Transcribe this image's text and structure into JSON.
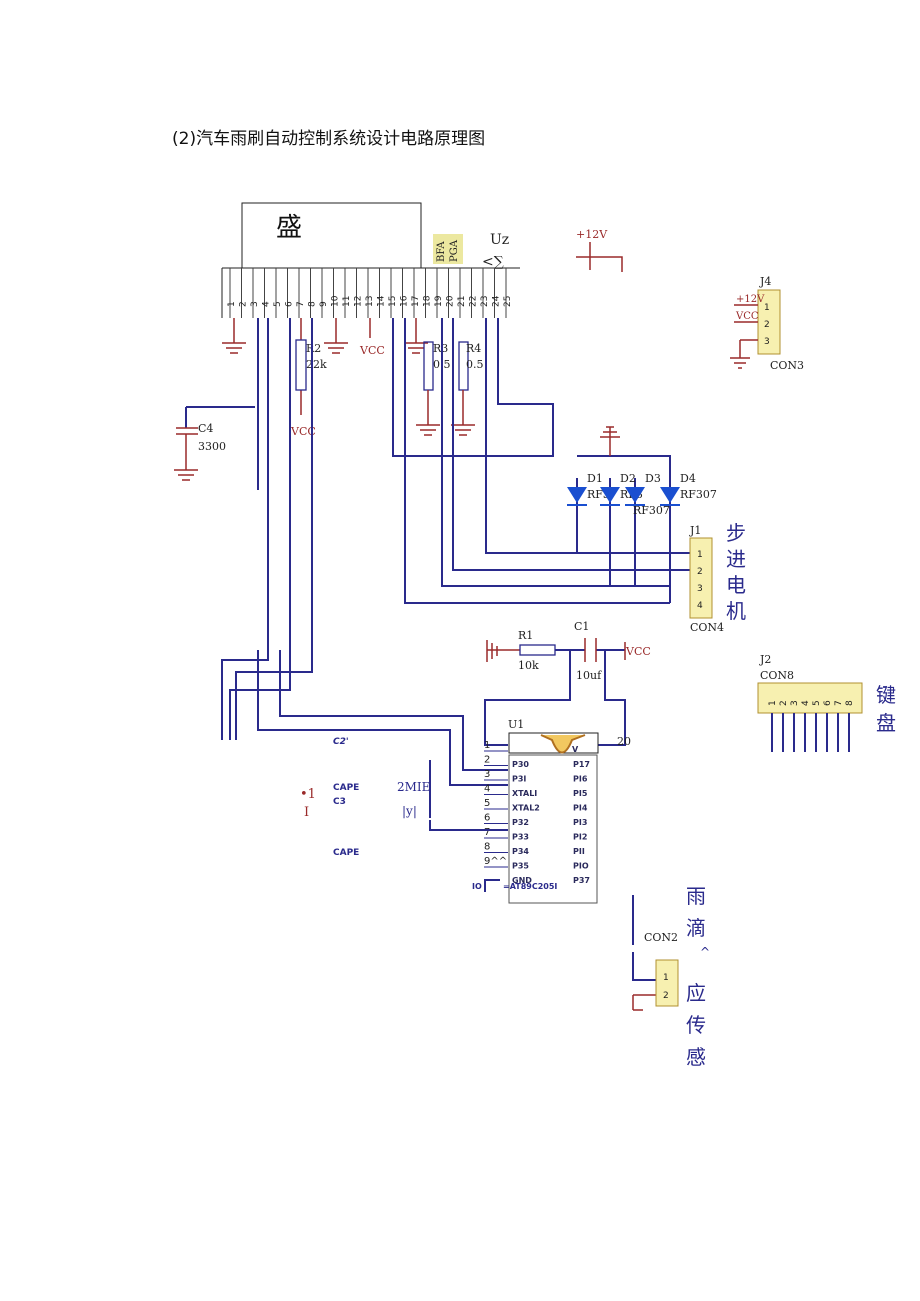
{
  "title": "(2)汽车雨刷自动控制系统设计电路原理图",
  "lcd": {
    "label": "盛",
    "pins": [
      "1",
      "2",
      "3",
      "4",
      "5",
      "6",
      "7",
      "8",
      "9",
      "10",
      "11",
      "12",
      "13",
      "14",
      "15",
      "16",
      "17",
      "18",
      "19",
      "20",
      "21",
      "22",
      "23",
      "24",
      "25"
    ],
    "side_label_1": "BFA",
    "side_label_2": "PGA",
    "uz": "Uz",
    "sigma": "<∑"
  },
  "power": {
    "p12v": "+12V",
    "vcc": "VCC"
  },
  "components": {
    "r2": {
      "name": "R2",
      "value": "22k"
    },
    "r3": {
      "name": "R3",
      "value": "0.5"
    },
    "r4": {
      "name": "R4",
      "value": "0.5"
    },
    "c4": {
      "name": "C4",
      "value": "3300"
    },
    "j4": {
      "name": "J4",
      "type": "CON3",
      "pins": [
        "1",
        "2",
        "3"
      ],
      "p12v": "+12V",
      "vcc": "VCC"
    },
    "diodes": [
      {
        "name": "D1",
        "type": "RF3"
      },
      {
        "name": "D2",
        "type": "RF3"
      },
      {
        "name": "D3",
        "type": "RF307"
      },
      {
        "name": "D4",
        "type": "RF307"
      }
    ],
    "j1": {
      "name": "J1",
      "type": "CON4",
      "pins": [
        "1",
        "2",
        "3",
        "4"
      ]
    },
    "stepper_label": [
      "步",
      "进",
      "电",
      "机"
    ],
    "r1": {
      "name": "R1",
      "value": "10k"
    },
    "c1": {
      "name": "C1",
      "value": "10uf"
    },
    "j2": {
      "name": "J2",
      "type": "CON8",
      "pins": [
        "1",
        "2",
        "3",
        "4",
        "5",
        "6",
        "7",
        "8"
      ]
    },
    "keyboard_label": [
      "键",
      "盘"
    ],
    "u1": {
      "name": "U1",
      "part": "=AT89C205I",
      "left_pins": [
        "P30",
        "P3I",
        "XTALI",
        "XTAL2",
        "P32",
        "P33",
        "P34",
        "P35",
        "GND"
      ],
      "right_pins": [
        "P17",
        "PI6",
        "PI5",
        "PI4",
        "PI3",
        "PI2",
        "PII",
        "PIO",
        "P37"
      ],
      "left_nums": [
        "1",
        "2",
        "3",
        "4",
        "5",
        "6",
        "7",
        "8",
        "9^^"
      ],
      "pin20": "20",
      "v": "V"
    },
    "crystal": {
      "c2": "C2'",
      "cape1": "CAPE",
      "c3": "C3",
      "freq": "2MIE",
      "sym": "|y|",
      "cape2": "CAPE",
      "mark": "•1",
      "mark2": "I",
      "io": "IO"
    },
    "con2": {
      "name": "CON2",
      "pins": [
        "1",
        "2"
      ]
    },
    "rain_label": [
      "雨",
      "滴",
      "^",
      "应",
      "传",
      "感"
    ]
  }
}
